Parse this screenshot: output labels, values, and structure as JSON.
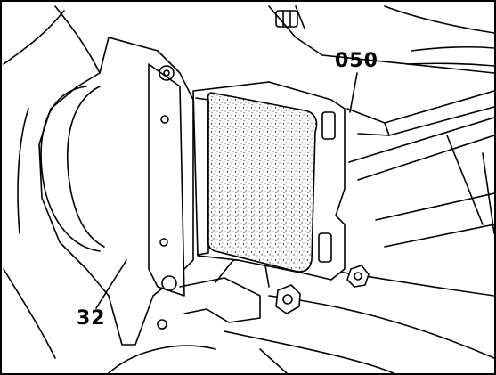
{
  "callouts": {
    "tool_label": "050",
    "part_label": "32"
  },
  "colors": {
    "ink": "#000000",
    "paper": "#ffffff",
    "pad_friction_stipple": "#000000"
  },
  "icons": {
    "subject": "brake-caliper-illustration"
  }
}
